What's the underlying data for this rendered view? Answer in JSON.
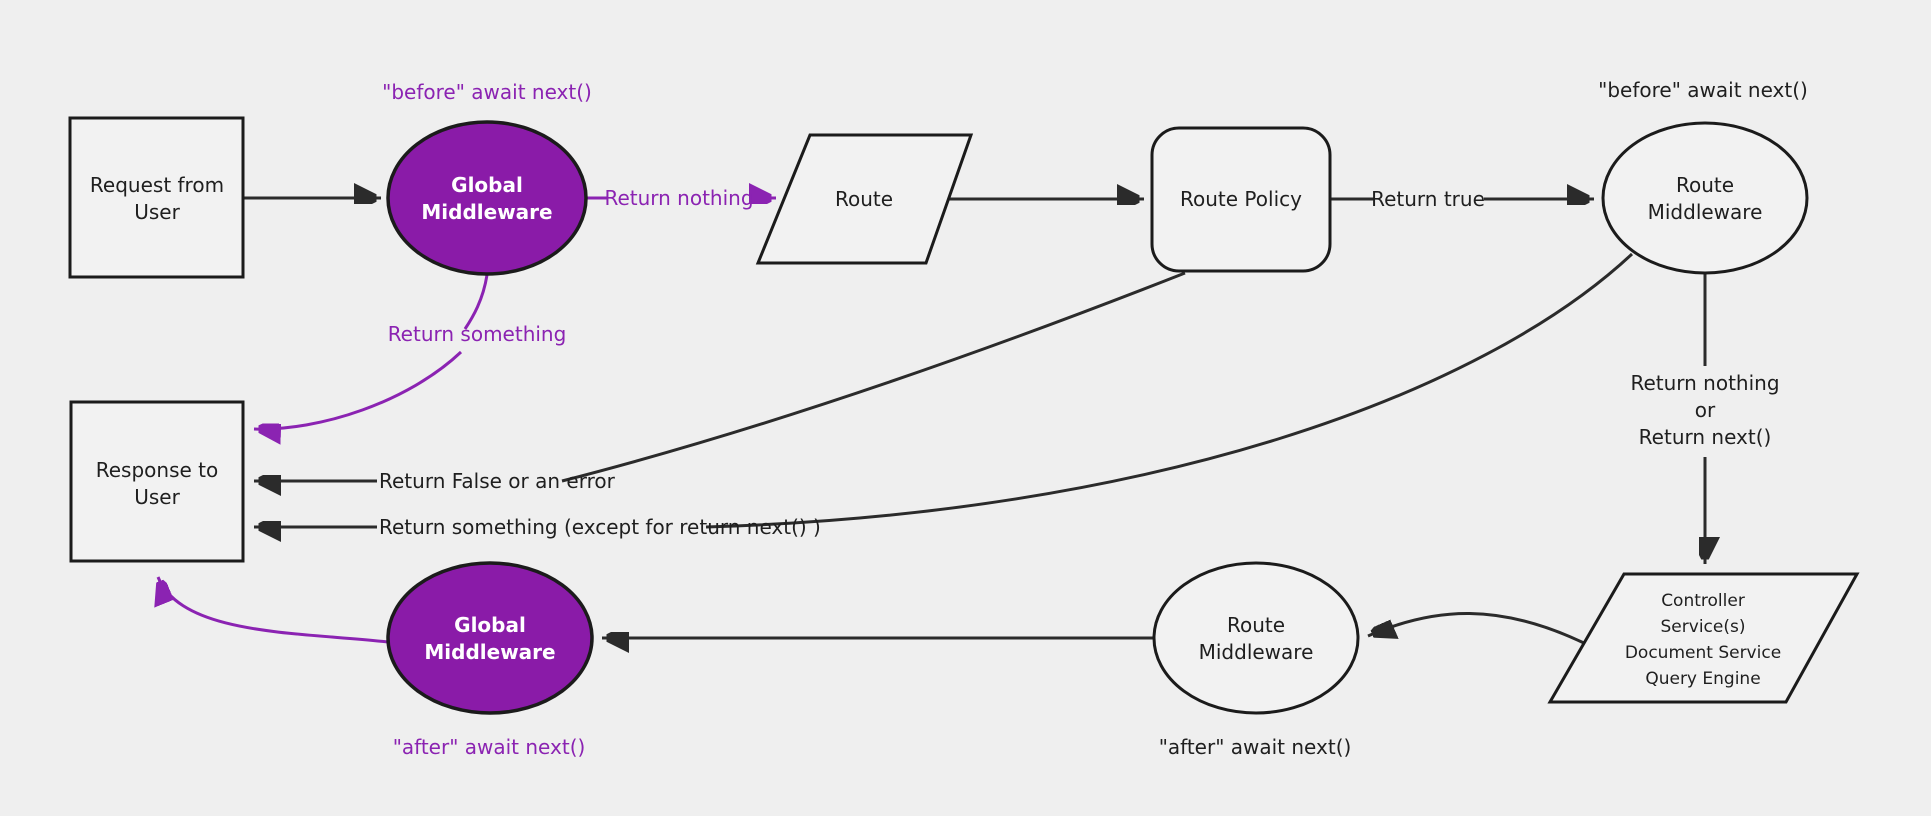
{
  "diagram": {
    "type": "flowchart",
    "background": "#efefef",
    "colors": {
      "node_fill": "#f2f2f2",
      "node_stroke": "#1b1b1b",
      "edge_stroke": "#2b2b2b",
      "purple_node_fill": "#8a1ba8",
      "purple_edge": "#8b23b2",
      "dark_text": "#1f1f1f",
      "light_text": "#ffffff"
    },
    "nodes": {
      "request": {
        "shape": "rectangle",
        "line1": "Request from",
        "line2": "User"
      },
      "global_middleware_top": {
        "shape": "ellipse",
        "line1": "Global",
        "line2": "Middleware"
      },
      "route": {
        "shape": "parallelogram",
        "label": "Route"
      },
      "route_policy": {
        "shape": "rounded-rectangle",
        "label": "Route Policy"
      },
      "route_middleware_top": {
        "shape": "ellipse",
        "line1": "Route",
        "line2": "Middleware"
      },
      "controller": {
        "shape": "parallelogram",
        "line1": "Controller",
        "line2": "Service(s)",
        "line3": "Document Service",
        "line4": "Query Engine"
      },
      "route_middleware_bottom": {
        "shape": "ellipse",
        "line1": "Route",
        "line2": "Middleware"
      },
      "global_middleware_bottom": {
        "shape": "ellipse",
        "line1": "Global",
        "line2": "Middleware"
      },
      "response": {
        "shape": "rectangle",
        "line1": "Response to",
        "line2": "User"
      }
    },
    "edge_labels": {
      "before_await_top_left": "\"before\" await next()",
      "return_nothing": "Return nothing",
      "return_true": "Return true",
      "before_await_top_right": "\"before\" await next()",
      "return_nothing_or_line1": "Return nothing",
      "return_nothing_or_line2": "or",
      "return_nothing_or_line3": "Return next()",
      "return_something": "Return something",
      "return_false_or_error": "Return False or an error",
      "return_something_except": "Return something (except for return next() )",
      "after_await_bottom_left": "\"after\" await next()",
      "after_await_bottom_right": "\"after\" await next()"
    }
  }
}
